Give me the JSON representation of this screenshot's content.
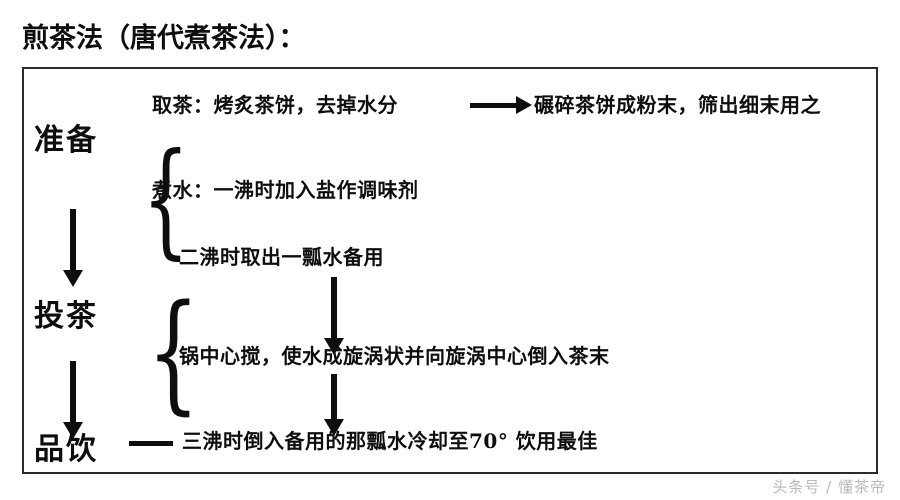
{
  "title": "煎茶法（唐代煮茶法）：",
  "watermark": "头条号 / 懂茶帝",
  "stages": [
    {
      "id": "prepare",
      "label": "准备",
      "steps": [
        {
          "id": "pick-tea",
          "text": "取茶：烤炙茶饼，去掉水分"
        },
        {
          "id": "grind-tea",
          "text": "碾碎茶饼成粉末，筛出细末用之"
        },
        {
          "id": "boil-water",
          "text": "煮水：一沸时加入盐作调味剂"
        }
      ]
    },
    {
      "id": "add-tea",
      "label": "投茶",
      "steps": [
        {
          "id": "second-boil",
          "text": "二沸时取出一瓢水备用"
        },
        {
          "id": "stir-vortex",
          "text": "锅中心搅，使水成旋涡状并向旋涡中心倒入茶末"
        }
      ]
    },
    {
      "id": "drink",
      "label": "品饮",
      "steps": [
        {
          "id": "third-boil",
          "text": "三沸时倒入备用的那瓢水冷却至70° 饮用最佳"
        }
      ]
    }
  ],
  "braces": {
    "prepare": "{",
    "add_tea": "{"
  },
  "colors": {
    "ink": "#0e0e0e",
    "border": "#2b2b2b",
    "background": "#ffffff",
    "watermark": "#b9b9b9"
  }
}
